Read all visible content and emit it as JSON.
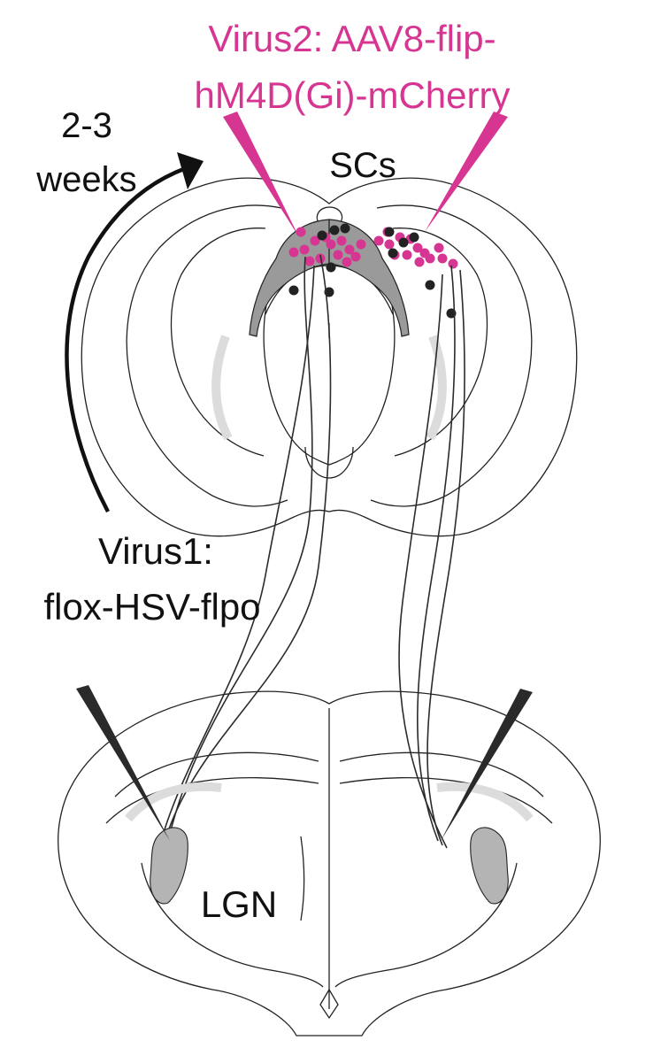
{
  "virus2": {
    "line1": "Virus2: AAV8-flip-",
    "line2": "hM4D(Gi)-mCherry",
    "color": "#d63592"
  },
  "sc_label": "SCs",
  "time": {
    "line1": "2-3",
    "line2": "weeks"
  },
  "virus1": {
    "line1": "Virus1:",
    "line2": "flox-HSV-flpo"
  },
  "lgn_label": "LGN",
  "colors": {
    "outline": "#222222",
    "infected": "#d63592",
    "neuron": "#222222",
    "region_fill": "#999999",
    "lgn_fill": "#b0b0b0",
    "pipette": "#2a2a2a"
  }
}
